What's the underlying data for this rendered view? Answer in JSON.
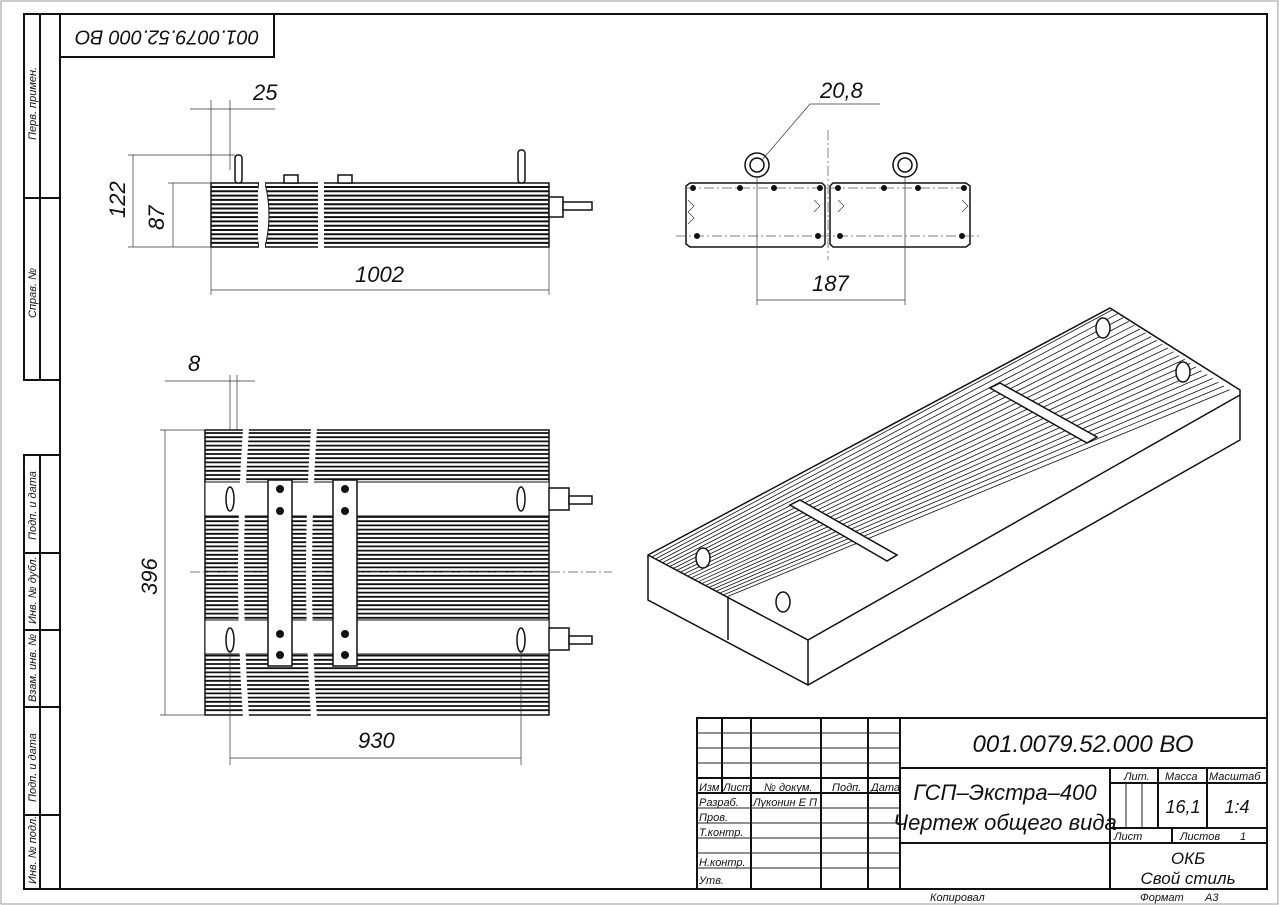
{
  "document": {
    "code_rotated": "001.0079.52.000 ВО",
    "code": "001.0079.52.000 ВО",
    "title_line1": "ГСП–Экстра–400",
    "title_line2": "Чертеж общего вида"
  },
  "side_stamps": [
    "Перв. примен.",
    "Справ. №",
    "Подп. и дата",
    "Инв. № дубл.",
    "Взам. инв. №",
    "Подп. и дата",
    "Инв. № подл."
  ],
  "dimensions": {
    "bolt_offset": "25",
    "height_total": "122",
    "height_body": "87",
    "length": "1002",
    "ring_diameter": "20,8",
    "ring_spacing": "187",
    "rib_width": "8",
    "width": "396",
    "mount_spacing": "930"
  },
  "title_block": {
    "headers": {
      "izm": "Изм",
      "list": "Лист",
      "doc_no": "№ докум.",
      "sign": "Подп.",
      "date": "Дата"
    },
    "roles": {
      "developer": "Разраб.",
      "checker": "Пров.",
      "tech_control": "Т.контр.",
      "norm_control": "Н.контр.",
      "approved": "Утв."
    },
    "developer_name": "Луконин Е П",
    "lit_label": "Лит.",
    "mass_label": "Масса",
    "scale_label": "Масштаб",
    "mass": "16,1",
    "scale": "1:4",
    "sheet_label": "Лист",
    "sheets_label": "Листов",
    "sheets": "1",
    "org_line1": "ОКБ",
    "org_line2": "Свой стиль",
    "copied": "Копировал",
    "format_label": "Формат",
    "format": "А3"
  }
}
